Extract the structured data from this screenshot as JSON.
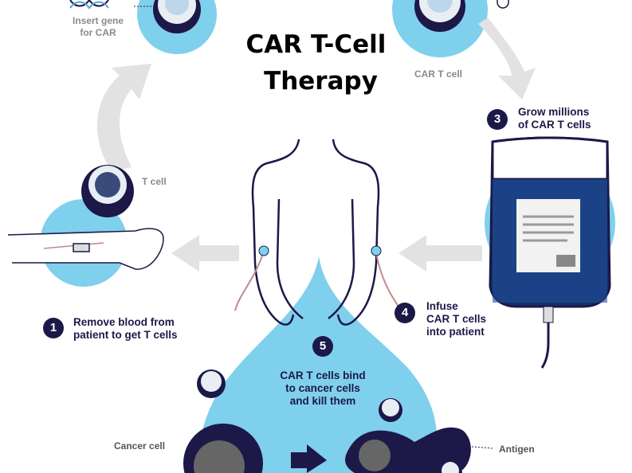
{
  "title": {
    "line1": "CAR T-Cell",
    "line2": "Therapy"
  },
  "labels": {
    "insert_gene": [
      "Insert gene",
      "for CAR"
    ],
    "car_t_cell": "CAR T cell",
    "t_cell": "T cell",
    "cancer_cell": "Cancer cell",
    "antigen": "Antigen"
  },
  "steps": [
    {
      "number": "1",
      "lines": [
        "Remove blood from",
        "patient to get T cells"
      ]
    },
    {
      "number": "3",
      "lines": [
        "Grow millions",
        "of CAR T cells"
      ]
    },
    {
      "number": "4",
      "lines": [
        "Infuse",
        "CAR T cells",
        "into patient"
      ]
    },
    {
      "number": "5",
      "lines": [
        "CAR T cells bind",
        "to cancer cells",
        "and kill them"
      ]
    }
  ],
  "colors": {
    "navy": "#1c1848",
    "light_blue": "#7fd0ec",
    "arrow_gray": "#e2e2e2"
  }
}
